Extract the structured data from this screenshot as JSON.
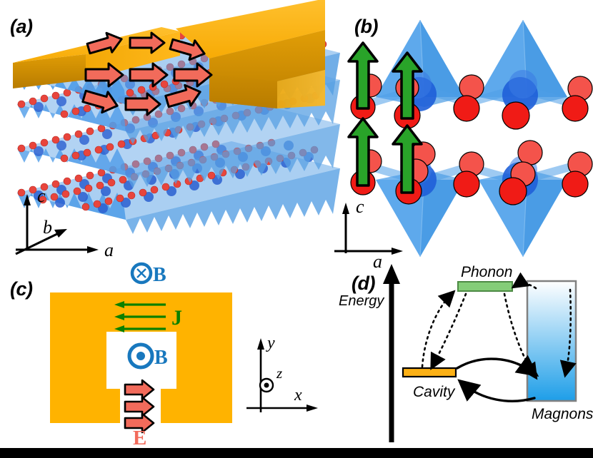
{
  "figure": {
    "panels": [
      {
        "id": "a",
        "label": "(a)"
      },
      {
        "id": "b",
        "label": "(b)"
      },
      {
        "id": "c",
        "label": "(c)"
      },
      {
        "id": "d",
        "label": "(d)"
      }
    ],
    "background": "#ffffff"
  },
  "panel_a": {
    "label": "(a)",
    "axes": {
      "c": "c",
      "b": "b",
      "a": "a"
    },
    "slab_color": "#f5a800",
    "slab_top_color": "#ffb81c",
    "slab_side_color": "#d08f00",
    "arrow_color": "#f26b5b",
    "arrow_count": 9,
    "crystal": {
      "layers": 4,
      "polyhedra_color": "#4f9ce8",
      "metal_sphere_color": "#2a5fd0",
      "oxygen_sphere_color": "#e8453c"
    }
  },
  "panel_b": {
    "label": "(b)",
    "axes": {
      "c": "c",
      "a": "a"
    },
    "rows": 2,
    "tetrahedra_per_row": 2,
    "spin_arrow_color": "#29a329",
    "spin_arrows_per_row": 2,
    "polyhedra_color": "#3d97e8",
    "metal_sphere_color": "#1f5fd8",
    "oxygen_sphere_color": "#f01b16"
  },
  "panel_c": {
    "label": "(c)",
    "resonator_color": "#ffb300",
    "b_out_symbol": {
      "glyph": "cross-in-circle",
      "label": "B",
      "color": "#1878be"
    },
    "b_in_symbol": {
      "glyph": "dot-in-circle",
      "label": "B",
      "color": "#1878be"
    },
    "current_label": "J",
    "current_color": "#0b8000",
    "current_arrows": 3,
    "field_label": "E",
    "field_color": "#f26b5b",
    "field_arrows": 3,
    "axes": {
      "y": "y",
      "x": "x",
      "z": "z"
    }
  },
  "panel_d": {
    "label": "(d)",
    "axis_label": "Energy",
    "levels": [
      {
        "name": "Phonon",
        "label": "Phonon",
        "color": "#84cd78",
        "border": "#4d8a44",
        "energy": "high"
      },
      {
        "name": "Cavity",
        "label": "Cavity",
        "color": "#fcb116",
        "border": "#000000",
        "energy": "low"
      },
      {
        "name": "Magnons",
        "label": "Magnons",
        "color_top": "#ffffff",
        "color_bottom": "#1e9ee8",
        "border": "#808080",
        "energy": "band"
      }
    ],
    "couplings": [
      {
        "from": "Cavity",
        "to": "Phonon",
        "style": "dotted",
        "bidirectional": true
      },
      {
        "from": "Phonon",
        "to": "Magnons",
        "style": "dotted",
        "bidirectional": true
      },
      {
        "from": "Cavity",
        "to": "Magnons",
        "style": "solid",
        "bidirectional": true
      }
    ]
  }
}
